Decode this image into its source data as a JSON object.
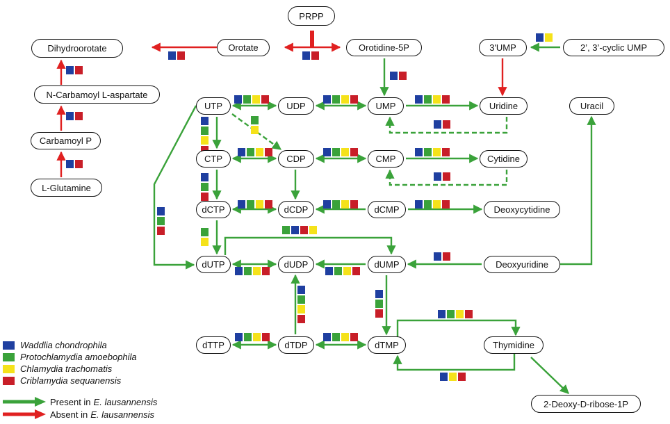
{
  "nodes": {
    "prpp": "PRPP",
    "dihydroorotate": "Dihydroorotate",
    "orotate": "Orotate",
    "orotidine_5p": "Orotidine-5P",
    "ump3": "3'UMP",
    "cyclic_ump": "2’, 3’-cyclic UMP",
    "n_carbamoyl": "N-Carbamoyl L-aspartate",
    "carbamoyl_p": "Carbamoyl P",
    "l_glutamine": "L-Glutamine",
    "utp": "UTP",
    "udp": "UDP",
    "ump": "UMP",
    "uridine": "Uridine",
    "uracil": "Uracil",
    "ctp": "CTP",
    "cdp": "CDP",
    "cmp": "CMP",
    "cytidine": "Cytidine",
    "dctp": "dCTP",
    "dcdp": "dCDP",
    "dcmp": "dCMP",
    "deoxycytidine": "Deoxycytidine",
    "dutp": "dUTP",
    "dudp": "dUDP",
    "dump": "dUMP",
    "deoxyuridine": "Deoxyuridine",
    "dttp": "dTTP",
    "dtdp": "dTDP",
    "dtmp": "dTMP",
    "thymidine": "Thymidine",
    "deoxy_ribose": "2-Deoxy-D-ribose-1P"
  },
  "colors": {
    "waddlia": "#1f3fa0",
    "protochlamydia": "#3aa23a",
    "chlamydia": "#f5e21a",
    "criblamydia": "#c81e28",
    "present_arrow": "#3aa23a",
    "absent_arrow": "#e02020"
  },
  "legend": {
    "species": [
      {
        "name": "Waddlia chondrophila",
        "color_key": "waddlia"
      },
      {
        "name": "Protochlamydia amoebophila",
        "color_key": "protochlamydia"
      },
      {
        "name": "Chlamydia trachomatis",
        "color_key": "chlamydia"
      },
      {
        "name": "Criblamydia sequanensis",
        "color_key": "criblamydia"
      }
    ],
    "present_prefix": "Present in",
    "absent_prefix": "Absent in",
    "organism": "E. lausannensis"
  },
  "reactions": [
    {
      "from": "orotate",
      "to": "dihydroorotate",
      "status": "absent",
      "bidirectional": true,
      "species": [
        "waddlia",
        "criblamydia"
      ]
    },
    {
      "from": "prpp",
      "to": "orotidine_5p",
      "status": "absent",
      "bidirectional": true,
      "species": [
        "waddlia",
        "criblamydia"
      ]
    },
    {
      "from": "orotidine_5p",
      "to": "ump",
      "status": "present",
      "species": [
        "waddlia",
        "criblamydia"
      ]
    },
    {
      "from": "cyclic_ump",
      "to": "ump3",
      "status": "present",
      "species": [
        "waddlia",
        "chlamydia"
      ]
    },
    {
      "from": "ump3",
      "to": "uridine",
      "status": "absent",
      "species": []
    },
    {
      "from": "n_carbamoyl",
      "to": "dihydroorotate",
      "status": "absent",
      "species": [
        "waddlia",
        "criblamydia"
      ]
    },
    {
      "from": "carbamoyl_p",
      "to": "n_carbamoyl",
      "status": "absent",
      "species": [
        "waddlia",
        "criblamydia"
      ]
    },
    {
      "from": "l_glutamine",
      "to": "carbamoyl_p",
      "status": "absent",
      "species": [
        "waddlia",
        "criblamydia"
      ]
    },
    {
      "from": "utp",
      "to": "udp",
      "status": "present",
      "bidirectional": true,
      "species": [
        "waddlia",
        "protochlamydia",
        "chlamydia",
        "criblamydia"
      ]
    },
    {
      "from": "udp",
      "to": "ump",
      "status": "present",
      "bidirectional": true,
      "species": [
        "waddlia",
        "protochlamydia",
        "chlamydia",
        "criblamydia"
      ]
    },
    {
      "from": "ump",
      "to": "uridine",
      "status": "present",
      "species": [
        "waddlia",
        "protochlamydia",
        "chlamydia",
        "criblamydia"
      ]
    },
    {
      "from": "uridine",
      "to": "ump",
      "status": "present",
      "dashed": true,
      "species": [
        "waddlia",
        "criblamydia"
      ]
    },
    {
      "from": "utp",
      "to": "cdp",
      "status": "present",
      "dashed": true,
      "species": [
        "protochlamydia",
        "chlamydia"
      ]
    },
    {
      "from": "utp",
      "to": "ctp",
      "status": "present",
      "species": [
        "waddlia",
        "protochlamydia",
        "chlamydia",
        "criblamydia"
      ]
    },
    {
      "from": "ctp",
      "to": "cdp",
      "status": "present",
      "bidirectional": true,
      "species": [
        "waddlia",
        "protochlamydia",
        "chlamydia",
        "criblamydia"
      ]
    },
    {
      "from": "cdp",
      "to": "cmp",
      "status": "present",
      "bidirectional": true,
      "species": [
        "waddlia",
        "protochlamydia",
        "chlamydia",
        "criblamydia"
      ]
    },
    {
      "from": "cmp",
      "to": "cytidine",
      "status": "present",
      "species": [
        "waddlia",
        "protochlamydia",
        "chlamydia",
        "criblamydia"
      ]
    },
    {
      "from": "cytidine",
      "to": "cmp",
      "status": "present",
      "dashed": true,
      "species": [
        "waddlia",
        "criblamydia"
      ]
    },
    {
      "from": "ctp",
      "to": "dctp",
      "status": "present",
      "species": [
        "waddlia",
        "protochlamydia",
        "criblamydia"
      ]
    },
    {
      "from": "cdp",
      "to": "dcdp",
      "status": "present",
      "species": []
    },
    {
      "from": "dctp",
      "to": "dcdp",
      "status": "present",
      "bidirectional": true,
      "species": [
        "waddlia",
        "protochlamydia",
        "chlamydia",
        "criblamydia"
      ]
    },
    {
      "from": "dcmp",
      "to": "dcdp",
      "status": "present",
      "species": [
        "waddlia",
        "protochlamydia",
        "chlamydia",
        "criblamydia"
      ]
    },
    {
      "from": "dcmp",
      "to": "deoxycytidine",
      "status": "present",
      "species": [
        "waddlia",
        "protochlamydia",
        "chlamydia",
        "criblamydia"
      ]
    },
    {
      "from": "utp",
      "to": "dutp",
      "status": "present",
      "species": [
        "waddlia",
        "protochlamydia",
        "criblamydia"
      ]
    },
    {
      "from": "dctp",
      "to": "dutp",
      "status": "present",
      "species": [
        "protochlamydia",
        "chlamydia"
      ]
    },
    {
      "from": "dutp",
      "to": "dump",
      "status": "present",
      "species": [
        "protochlamydia",
        "waddlia",
        "criblamydia",
        "chlamydia"
      ]
    },
    {
      "from": "dutp",
      "to": "dudp",
      "status": "present",
      "bidirectional": true,
      "species": [
        "waddlia",
        "protochlamydia",
        "chlamydia",
        "criblamydia"
      ]
    },
    {
      "from": "dump",
      "to": "dudp",
      "status": "present",
      "species": [
        "waddlia",
        "protochlamydia",
        "chlamydia",
        "criblamydia"
      ]
    },
    {
      "from": "deoxyuridine",
      "to": "dump",
      "status": "present",
      "species": [
        "waddlia",
        "criblamydia"
      ]
    },
    {
      "from": "deoxyuridine",
      "to": "uracil",
      "status": "present",
      "species": []
    },
    {
      "from": "dtdp",
      "to": "dudp",
      "status": "present",
      "species": [
        "waddlia",
        "protochlamydia",
        "chlamydia",
        "criblamydia"
      ]
    },
    {
      "from": "dump",
      "to": "dtmp",
      "status": "present",
      "species": [
        "waddlia",
        "protochlamydia",
        "criblamydia"
      ]
    },
    {
      "from": "dttp",
      "to": "dtdp",
      "status": "present",
      "bidirectional": true,
      "species": [
        "waddlia",
        "protochlamydia",
        "chlamydia",
        "criblamydia"
      ]
    },
    {
      "from": "dtdp",
      "to": "dtmp",
      "status": "present",
      "bidirectional": true,
      "species": [
        "waddlia",
        "protochlamydia",
        "chlamydia",
        "criblamydia"
      ]
    },
    {
      "from": "dtmp",
      "to": "thymidine",
      "status": "present",
      "species": [
        "waddlia",
        "protochlamydia",
        "chlamydia",
        "criblamydia"
      ]
    },
    {
      "from": "thymidine",
      "to": "dtmp",
      "status": "present",
      "species": [
        "waddlia",
        "chlamydia",
        "criblamydia"
      ]
    },
    {
      "from": "thymidine",
      "to": "deoxy_ribose",
      "status": "present",
      "species": []
    }
  ]
}
